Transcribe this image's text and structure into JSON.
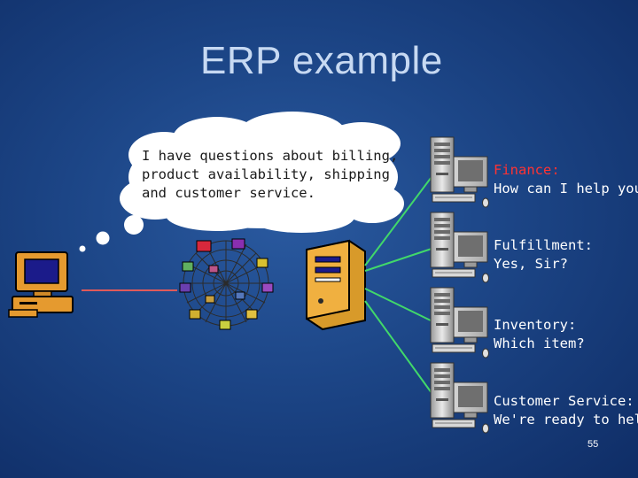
{
  "slide": {
    "title": "ERP example",
    "page_number": "55"
  },
  "bubble": {
    "lines": [
      "I have questions about billing,",
      "product availability, shipping",
      "and customer service."
    ]
  },
  "servers": [
    {
      "name": "Finance:",
      "reply": "How can I help you",
      "name_color": "#ff3333",
      "reply_color": "#ffffff"
    },
    {
      "name": "Fulfillment:",
      "reply": "Yes, Sir?",
      "name_color": "#ffffff",
      "reply_color": "#ffffff"
    },
    {
      "name": "Inventory:",
      "reply": "Which item?",
      "name_color": "#ffffff",
      "reply_color": "#ffffff"
    },
    {
      "name": "Customer Service:",
      "reply": "We're ready to help",
      "name_color": "#ffffff",
      "reply_color": "#ffffff"
    }
  ],
  "icons": {
    "client": "desktop-computer-icon",
    "network": "web-network-icon",
    "central_server": "server-tower-icon",
    "department_server": "desktop-tower-computer-icon"
  },
  "colors": {
    "connector_green": "#41d86a",
    "connector_red": "#e05a5a",
    "bubble_fill": "#ffffff"
  }
}
